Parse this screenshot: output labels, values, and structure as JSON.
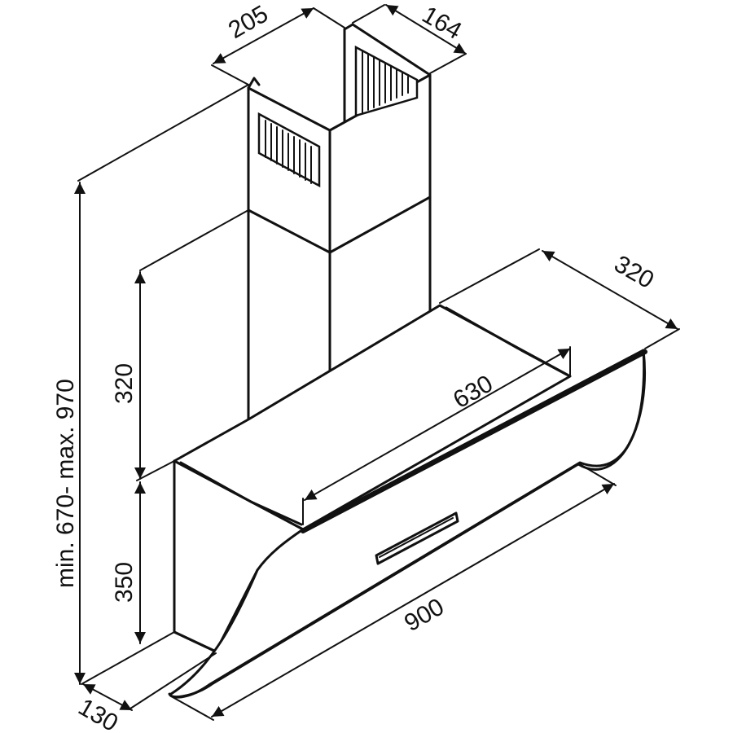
{
  "dimensions": {
    "chimney_width": "205",
    "chimney_depth": "164",
    "canopy_depth": "320",
    "duct_height": "320",
    "canopy_width": "630",
    "body_height": "350",
    "total_height": "min. 670- max. 970",
    "glass_width": "900",
    "bottom_depth": "130"
  },
  "colors": {
    "line": "#111111",
    "background": "#ffffff"
  }
}
